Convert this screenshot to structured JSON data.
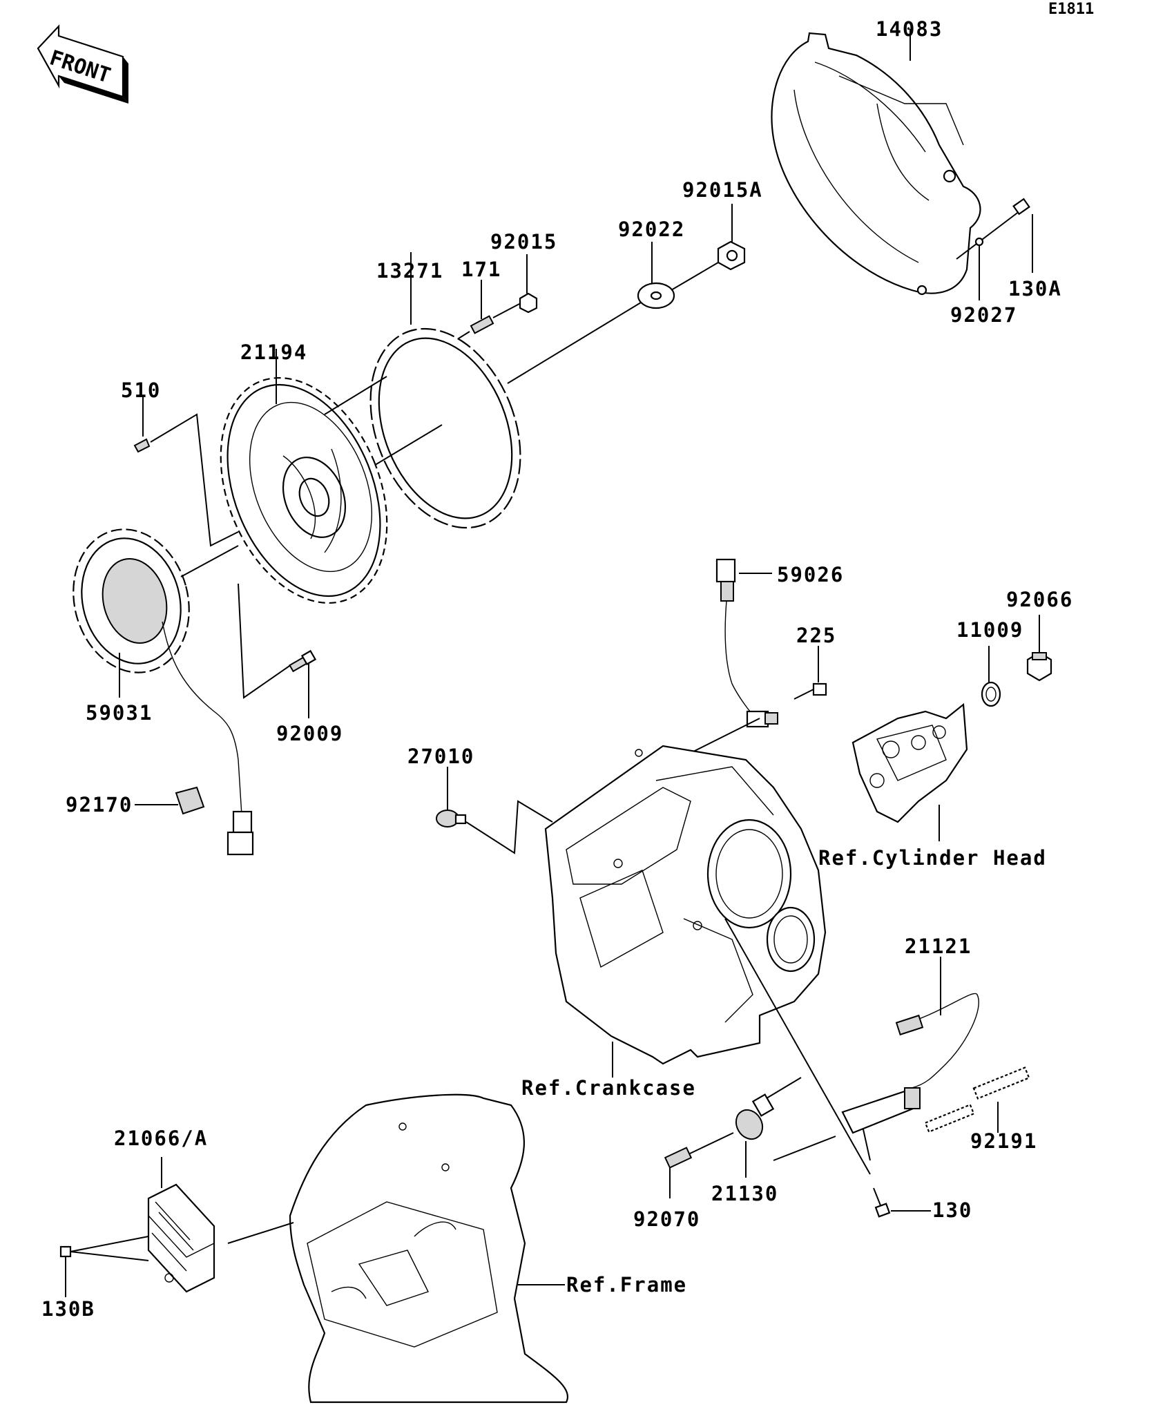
{
  "diagram": {
    "code": "E1811",
    "direction_label": "FRONT",
    "parts": {
      "p14083": "14083",
      "p92015A": "92015A",
      "p92022": "92022",
      "p92015": "92015",
      "p13271": "13271",
      "p171": "171",
      "p130A": "130A",
      "p92027": "92027",
      "p21194": "21194",
      "p510": "510",
      "p59026": "59026",
      "p92066": "92066",
      "p225": "225",
      "p11009": "11009",
      "p59031": "59031",
      "p92009": "92009",
      "p27010": "27010",
      "p92170": "92170",
      "p21121": "21121",
      "p92191": "92191",
      "p21130": "21130",
      "p130": "130",
      "p92070": "92070",
      "p21066A": "21066/A",
      "p130B": "130B"
    },
    "references": {
      "cylinder_head": "Ref.Cylinder Head",
      "crankcase": "Ref.Crankcase",
      "frame": "Ref.Frame"
    }
  }
}
